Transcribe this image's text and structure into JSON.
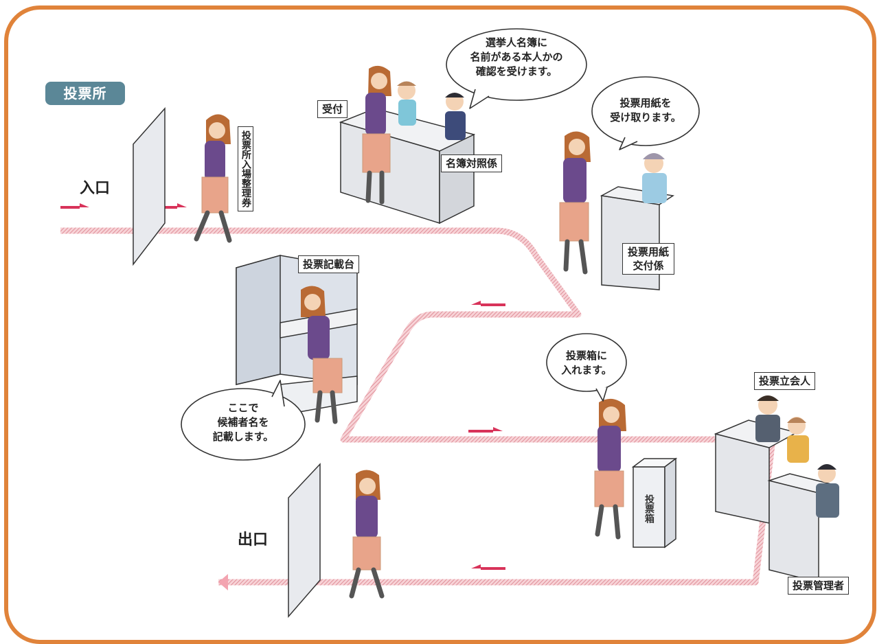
{
  "title": "投票所",
  "entrance": "入口",
  "exit": "出口",
  "labels": {
    "ticket": "投票所入場整理券",
    "reception": "受付",
    "register_checker": "名簿対照係",
    "paper_issuer": "投票用紙交付係",
    "writing_booth": "投票記載台",
    "witness": "投票立会人",
    "manager": "投票管理者",
    "ballot_box": "投票箱"
  },
  "bubbles": {
    "register": "選挙人名簿に\n名前がある本人かの\n確認を受けます。",
    "receive": "投票用紙を\n受け取ります。",
    "write": "ここで\n候補者名を\n記載します。",
    "insert": "投票箱に\n入れます。"
  },
  "colors": {
    "frame": "#e0833a",
    "badge": "#5b8797",
    "path": "#e8a0a8",
    "arrow": "#d8335a"
  }
}
